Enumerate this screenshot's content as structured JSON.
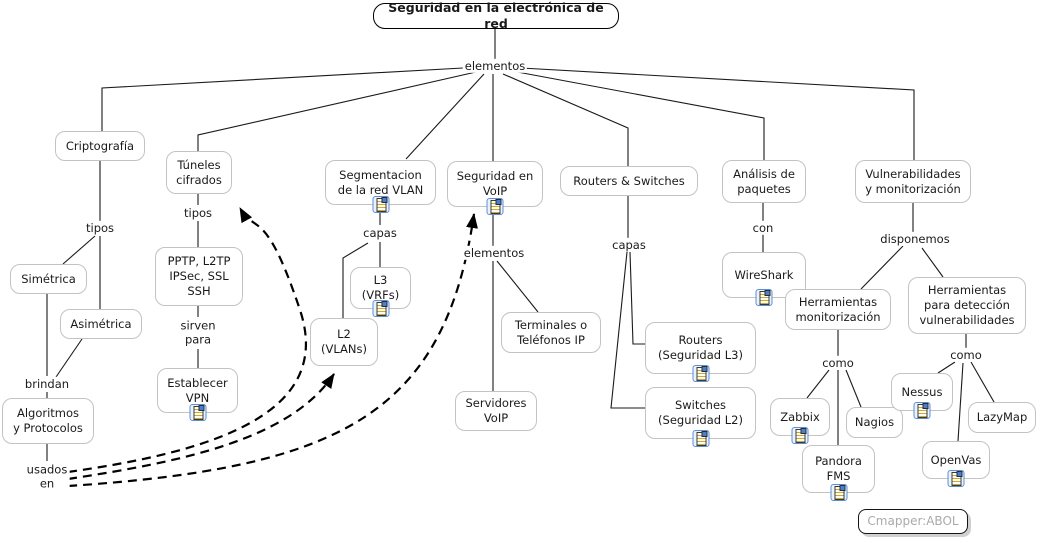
{
  "title": "Seguridad en la electrónica de red",
  "footer": "Cmapper:ABOL",
  "colors": {
    "node_border": "#c3c3c3",
    "title_border": "#000000",
    "line": "#1a1a1a",
    "resource_icon_border": "#5b8ed6",
    "resource_icon_page": "#fffdf0",
    "footer_text": "#aaaaaa"
  },
  "nodes": {
    "criptografia": {
      "label": "Criptografía"
    },
    "simetrica": {
      "label": "Simétrica"
    },
    "asimetrica": {
      "label": "Asimétrica"
    },
    "algoritmos": {
      "label": "Algoritmos\ny Protocolos"
    },
    "tuneles": {
      "label": "Túneles\ncifrados"
    },
    "protocolos_tunel": {
      "label": "PPTP, L2TP\nIPSec, SSL\nSSH"
    },
    "establecer_vpn": {
      "label": "Establecer\nVPN",
      "resource_icon": "document-icon"
    },
    "segmentacion": {
      "label": "Segmentacion\nde la red VLAN",
      "resource_icon": "document-icon"
    },
    "l3_vrfs": {
      "label": "L3\n(VRFs)",
      "resource_icon": "document-icon"
    },
    "l2_vlans": {
      "label": "L2\n(VLANs)"
    },
    "seguridad_voip": {
      "label": "Seguridad en\nVoIP",
      "resource_icon": "document-icon"
    },
    "terminales": {
      "label": "Terminales o\nTeléfonos IP"
    },
    "servidores_voip": {
      "label": "Servidores\nVoIP"
    },
    "routers_switches": {
      "label": "Routers & Switches"
    },
    "routers_l3": {
      "label": "Routers\n(Seguridad L3)",
      "resource_icon": "document-icon"
    },
    "switches_l2": {
      "label": "Switches\n(Seguridad L2)",
      "resource_icon": "document-icon"
    },
    "analisis_paquetes": {
      "label": "Análisis de\npaquetes"
    },
    "wireshark": {
      "label": "WireShark",
      "resource_icon": "document-icon"
    },
    "vulnerabilidades": {
      "label": "Vulnerabilidades\ny monitorización"
    },
    "herramientas_monitorizacion": {
      "label": "Herramientas\nmonitorización"
    },
    "herramientas_deteccion": {
      "label": "Herramientas\npara detección\nvulnerabilidades"
    },
    "zabbix": {
      "label": "Zabbix",
      "resource_icon": "document-icon"
    },
    "nagios": {
      "label": "Nagios"
    },
    "pandora_fms": {
      "label": "Pandora\nFMS",
      "resource_icon": "document-icon"
    },
    "nessus": {
      "label": "Nessus",
      "resource_icon": "document-icon"
    },
    "lazymap": {
      "label": "LazyMap"
    },
    "openvas": {
      "label": "OpenVas",
      "resource_icon": "document-icon"
    }
  },
  "link_phrases": {
    "elementos_root": "elementos",
    "tipos_criptografia": "tipos",
    "brindan": "brindan",
    "usados_en": "usados\nen",
    "tipos_tuneles": "tipos",
    "sirven_para": "sirven\npara",
    "capas_segmentacion": "capas",
    "elementos_voip": "elementos",
    "capas_routers_switches": "capas",
    "con": "con",
    "disponemos": "disponemos",
    "como_monitorizacion": "como",
    "como_deteccion": "como"
  }
}
